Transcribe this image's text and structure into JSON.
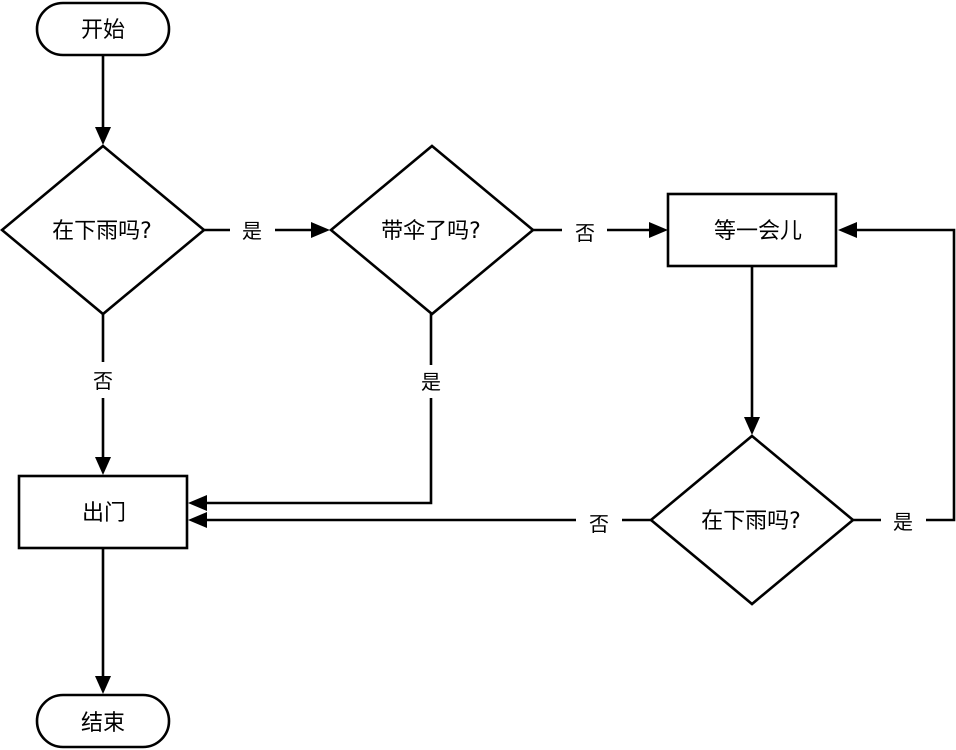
{
  "diagram": {
    "type": "flowchart",
    "nodes": {
      "start": {
        "label": "开始",
        "shape": "terminal"
      },
      "raining1": {
        "label": "在下雨吗?",
        "shape": "decision"
      },
      "umbrella": {
        "label": "带伞了吗?",
        "shape": "decision"
      },
      "wait": {
        "label": "等一会儿",
        "shape": "process"
      },
      "raining2": {
        "label": "在下雨吗?",
        "shape": "decision"
      },
      "goout": {
        "label": "出门",
        "shape": "process"
      },
      "end": {
        "label": "结束",
        "shape": "terminal"
      }
    },
    "edges": {
      "start_to_raining1": {
        "from": "开始",
        "to": "在下雨吗?",
        "label": ""
      },
      "raining1_to_umbrella": {
        "from": "在下雨吗?",
        "to": "带伞了吗?",
        "label": "是"
      },
      "raining1_to_goout": {
        "from": "在下雨吗?",
        "to": "出门",
        "label": "否"
      },
      "umbrella_to_wait": {
        "from": "带伞了吗?",
        "to": "等一会儿",
        "label": "否"
      },
      "umbrella_to_goout": {
        "from": "带伞了吗?",
        "to": "出门",
        "label": "是"
      },
      "wait_to_raining2": {
        "from": "等一会儿",
        "to": "在下雨吗?",
        "label": ""
      },
      "raining2_to_wait": {
        "from": "在下雨吗?",
        "to": "等一会儿",
        "label": "是"
      },
      "raining2_to_goout": {
        "from": "在下雨吗?",
        "to": "出门",
        "label": "否"
      },
      "goout_to_end": {
        "from": "出门",
        "to": "结束",
        "label": ""
      }
    }
  }
}
